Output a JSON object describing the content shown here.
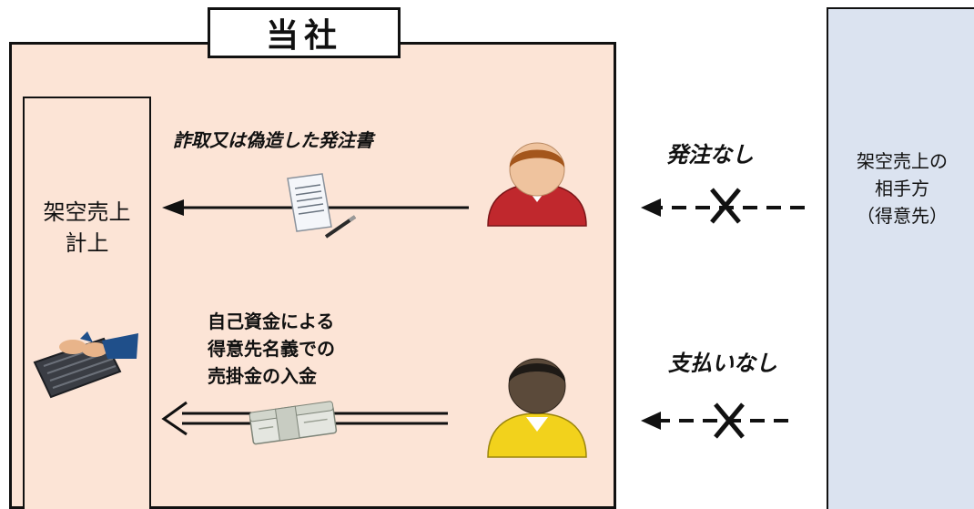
{
  "company": {
    "title": "当社"
  },
  "books": {
    "line1": "架空売上",
    "line2": "計上"
  },
  "counterparty": {
    "label": "架空売上の\n相手方\n（得意先）"
  },
  "flows": {
    "order_caption": "詐取又は偽造した発注書",
    "payment_caption": "自己資金による\n得意先名義での\n売掛金の入金",
    "no_order": "発注なし",
    "no_payment": "支払いなし"
  },
  "colors": {
    "company_fill": "#fce4d6",
    "counterparty_fill": "#dbe3f0",
    "person_red": "#c0282d",
    "person_yellow": "#f2d21c"
  },
  "icons": [
    "order-document-icon",
    "cash-bundle-icon",
    "keyboard-hands-icon",
    "employee-red-icon",
    "employee-yellow-icon",
    "cross-mark-icon"
  ]
}
